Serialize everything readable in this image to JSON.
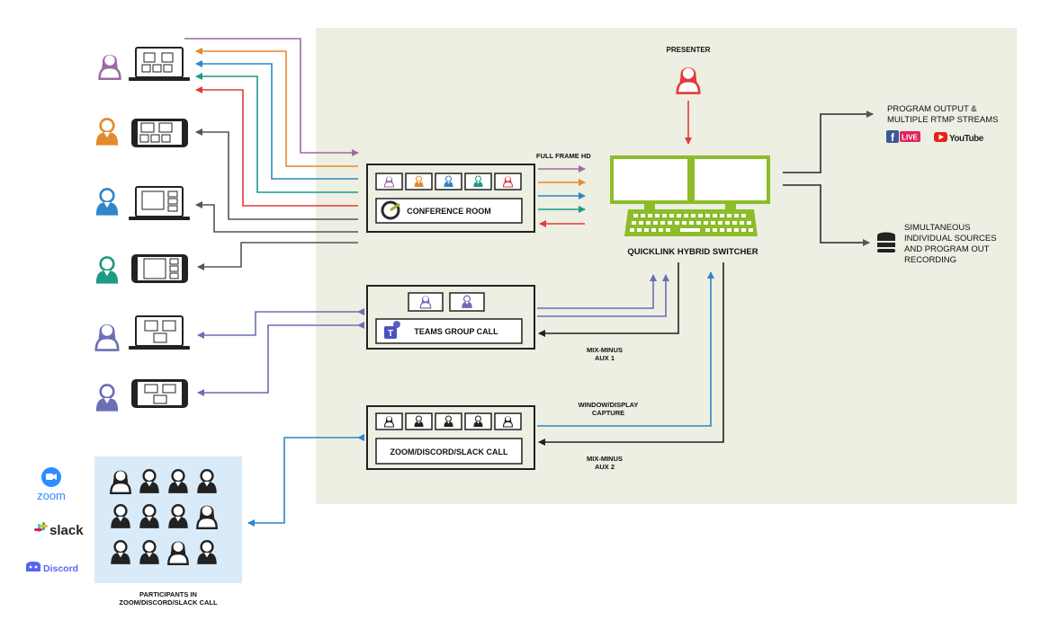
{
  "presenter": "PRESENTER",
  "full_frame": "FULL FRAME  HD",
  "conference_room": "CONFERENCE ROOM",
  "teams_call": "TEAMS GROUP CALL",
  "zoom_call": "ZOOM/DISCORD/SLACK CALL",
  "switcher": "QUICKLINK HYBRID SWITCHER",
  "mix_minus_1": [
    "MIX-MINUS",
    "AUX 1"
  ],
  "mix_minus_2": [
    "MIX-MINUS",
    "AUX 2"
  ],
  "window_capture": [
    "WINDOW/DISPLAY",
    "CAPTURE"
  ],
  "program_output": [
    "PROGRAM OUTPUT &",
    "MULTIPLE RTMP STREAMS"
  ],
  "recording": [
    "SIMULTANEOUS",
    "INDIVIDUAL SOURCES",
    "AND PROGRAM OUT",
    "RECORDING"
  ],
  "participants": [
    "PARTICIPANTS IN",
    "ZOOM/DISCORD/SLACK CALL"
  ],
  "brands": {
    "facebook_live": "LIVE",
    "youtube": "YouTube",
    "zoom": "zoom",
    "slack": "slack",
    "discord": "Discord"
  },
  "colors": {
    "panel": "#ecefe1",
    "participants_panel": "#d9ebf8",
    "purple": "#9b6ba3",
    "orange": "#e48a2a",
    "blue": "#2f86c9",
    "teal": "#1f9a86",
    "red": "#e23b3b",
    "gray": "#555555",
    "indigo": "#6b6fb5",
    "switcher_green": "#8cbc2a"
  }
}
